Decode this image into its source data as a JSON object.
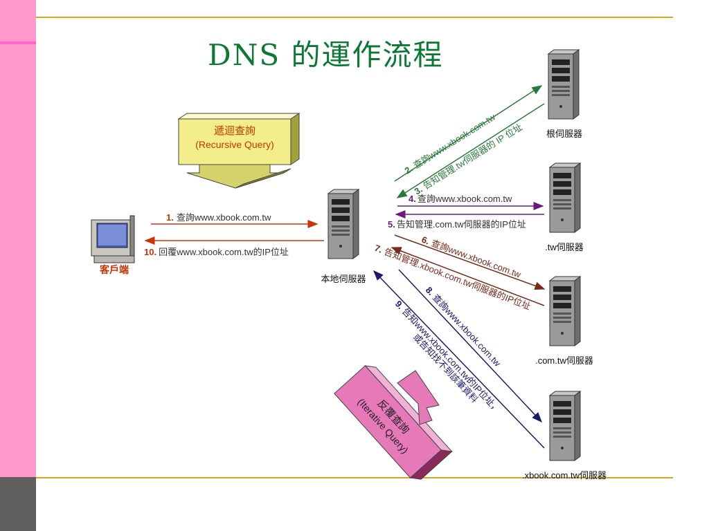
{
  "title": "DNS 的運作流程",
  "recursive_box": {
    "line1": "遞迴查詢",
    "line2": "(Recursive Query)"
  },
  "iterative_box": {
    "line1": "反覆查詢",
    "line2": "(Iterative Query)"
  },
  "nodes": {
    "client": "客戶端",
    "local": "本地伺服器",
    "root": "根伺服器",
    "tw": ".tw伺服器",
    "comtw": ".com.tw伺服器",
    "xbook": ".xbook.com.tw伺服器"
  },
  "steps": [
    {
      "num": "1.",
      "text": "查詢www.xbook.com.tw"
    },
    {
      "num": "10.",
      "text": "回覆www.xbook.com.tw的IP位址"
    },
    {
      "num": "2.",
      "text": "查詢www.xbook.com.tw"
    },
    {
      "num": "3.",
      "text": "告知管理.tw伺服器的 IP 位址"
    },
    {
      "num": "4.",
      "text": "查詢www.xbook.com.tw"
    },
    {
      "num": "5.",
      "text": "告知管理.com.tw伺服器的IP位址"
    },
    {
      "num": "6.",
      "text": "查詢www.xbook.com.tw"
    },
    {
      "num": "7.",
      "text": "告知管理.xbook.com.tw伺服器的IP位址"
    },
    {
      "num": "8.",
      "text": "查詢www.xbook.com.tw"
    },
    {
      "num": "9.",
      "text": "告知www.xbook.com.tw的IP位址，",
      "text2": "或告知找不到該筆資料"
    }
  ],
  "colors": {
    "title": "#0a7a33",
    "accent_line": "#d9a520",
    "orange": "#cc3300",
    "green": "#2a7a3a",
    "purple": "#6a1a7a",
    "brown": "#7a2a1a",
    "navy": "#1a1a6a",
    "recursive_fill": "#f2ef8a",
    "iterative_fill": "#e67ab8"
  }
}
